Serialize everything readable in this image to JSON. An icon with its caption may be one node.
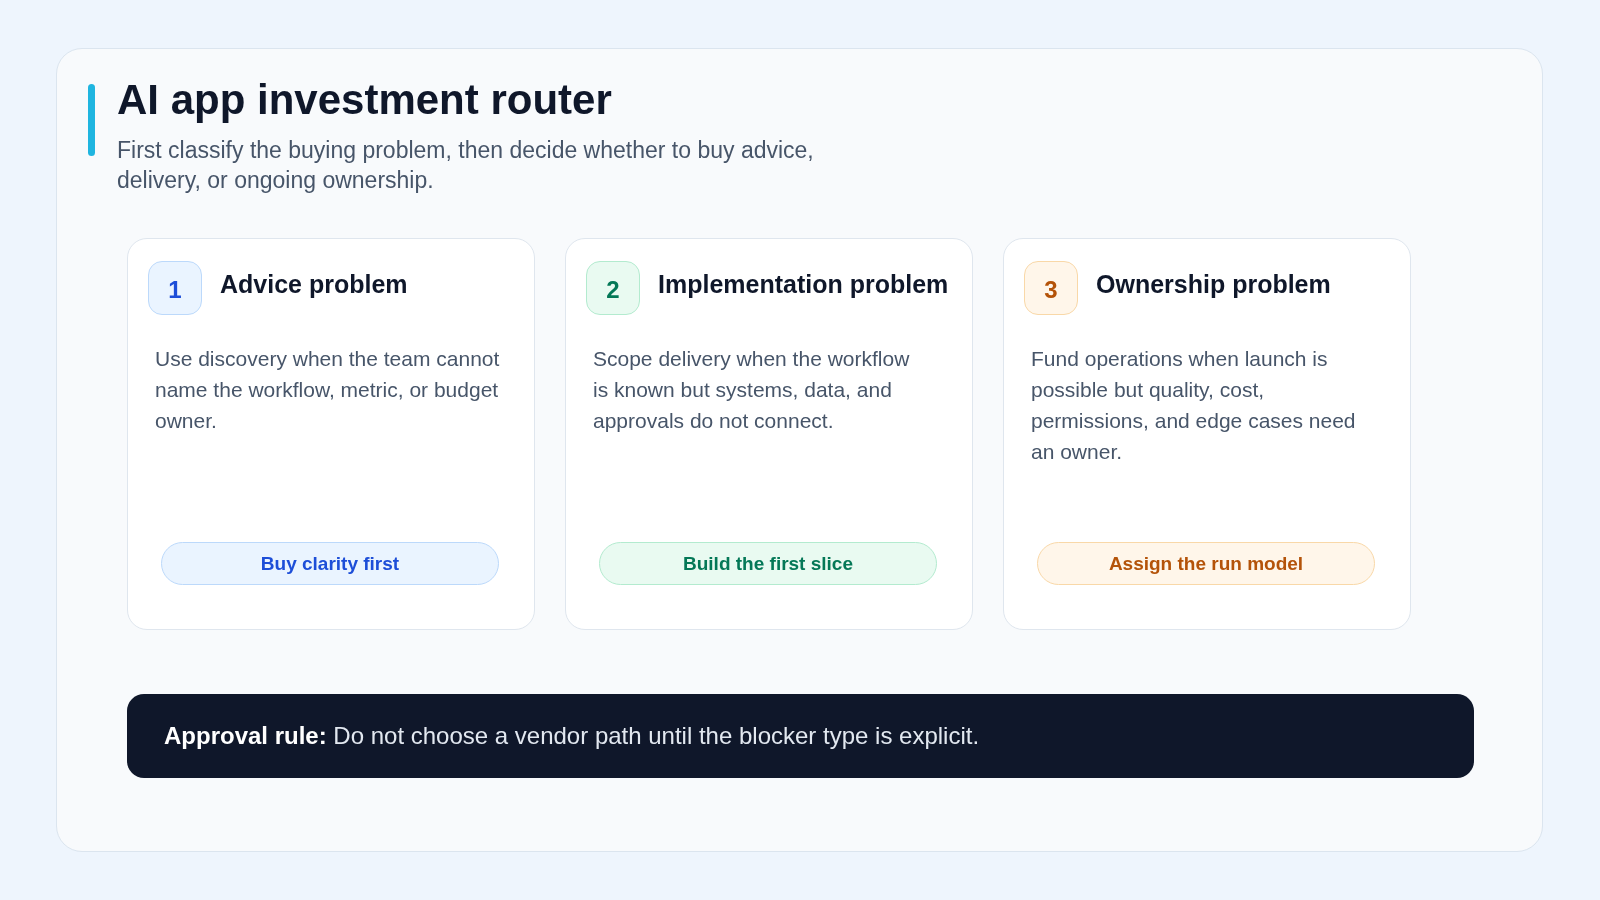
{
  "diagram": {
    "title": "AI app investment router",
    "nodes": [
      {
        "text": [
          "Advice problem",
          "Use discovery when the team cannot name the workflow, metric, or budget owner."
        ]
      },
      {
        "text": [
          "1"
        ],
        "in": 0
      },
      {
        "text": [
          "Buy clarity first"
        ],
        "in": 0
      },
      {
        "text": [
          "Implementation problem",
          "Scope delivery when the workflow is known but systems, data, and approvals do not connect."
        ]
      },
      {
        "text": [
          "2"
        ],
        "in": 3
      },
      {
        "text": [
          "Build the first slice"
        ],
        "in": 3
      },
      {
        "text": [
          "Ownership problem",
          "Fund operations when launch is possible but quality, cost, permissions, and edge cases need an owner."
        ]
      },
      {
        "text": [
          "3"
        ],
        "in": 6
      },
      {
        "text": [
          "Assign the run model"
        ],
        "in": 6
      },
      {
        "text": [
          "**Approval rule:** Do not choose a vendor path until the blocker type is explicit."
        ]
      }
    ],
    "labels": [
      "First classify the buying problem, then decide whether to buy advice, delivery, or ongoing ownership."
    ]
  }
}
